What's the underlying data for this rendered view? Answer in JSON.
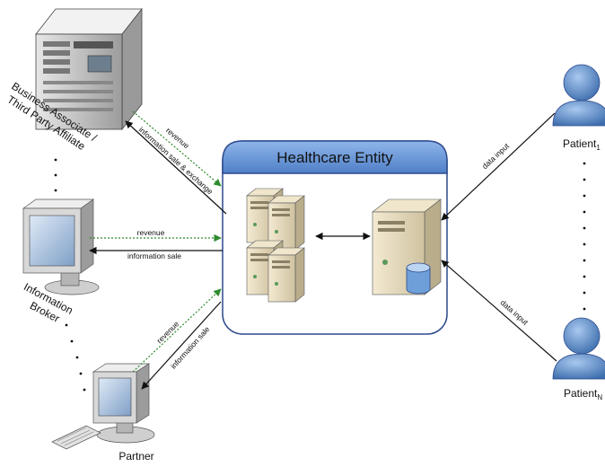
{
  "box": {
    "title": "Healthcare Entity"
  },
  "nodes": {
    "business_associate": "Business Associate /",
    "business_associate_2": "Third Party Affiliate",
    "information_broker": "Information",
    "information_broker_2": "Broker",
    "partner": "Partner",
    "patient_1": "Patient",
    "patient_1_sub": "1",
    "patient_n": "Patient",
    "patient_n_sub": "N"
  },
  "edges": {
    "ba_revenue": "revenue",
    "ba_info": "information sale & exchange",
    "ib_revenue": "revenue",
    "ib_info": "information sale",
    "partner_revenue": "revenue",
    "partner_info": "information sale",
    "p1_input": "data input",
    "pn_input": "data input"
  },
  "colors": {
    "box_header": "#5b8ed3",
    "box_border": "#2d4a8c",
    "revenue_arrow": "#2e8b2e",
    "info_arrow": "#111111",
    "patient": "#4f86c6"
  }
}
